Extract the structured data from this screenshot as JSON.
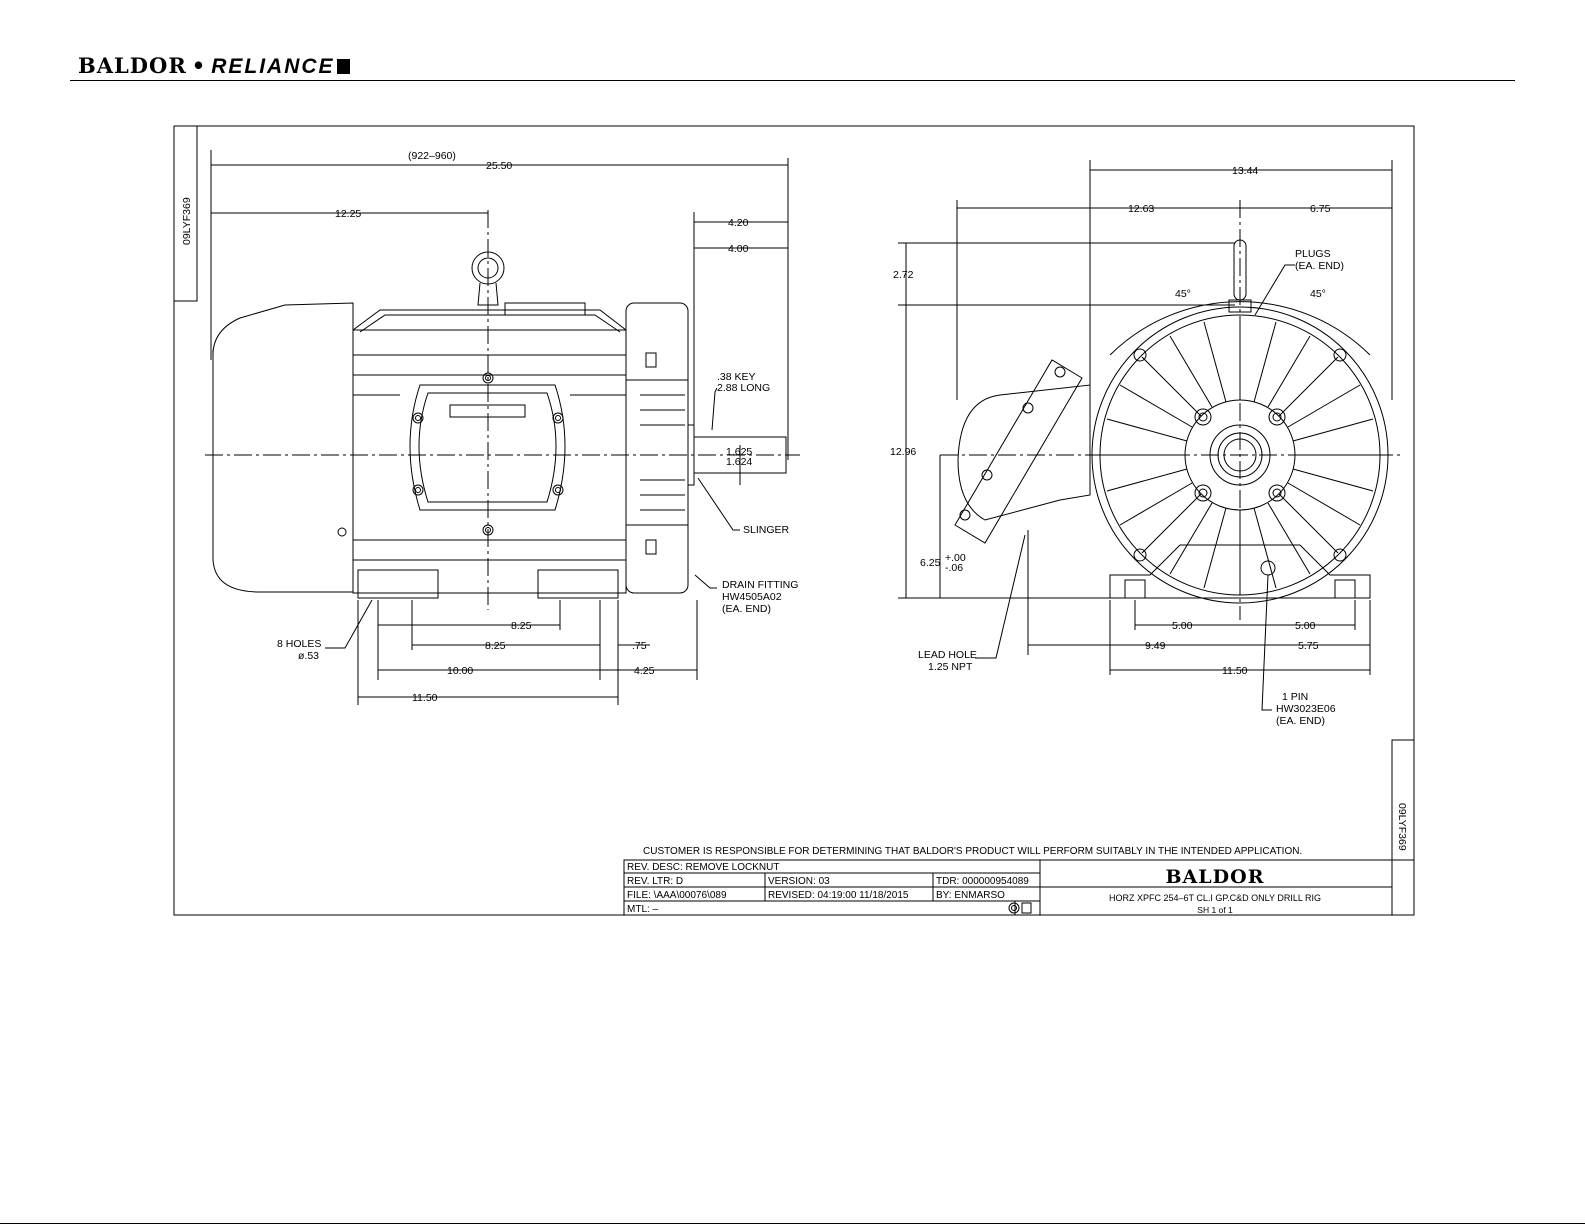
{
  "brand": {
    "left": "BALDOR",
    "separator": "•",
    "right": "RELIANCE"
  },
  "drawing_id": "09LYF369",
  "side_view": {
    "dims": {
      "overall_mm": "(922–960)",
      "overall": "25.50",
      "to_lifting_eye": "12.25",
      "shaft_ext_1": "4.20",
      "shaft_ext_2": "4.00",
      "foot_span_a": "8.25",
      "foot_span_b": "8.25",
      "foot_to_end": ".75",
      "base_width_a": "10.00",
      "end_dim": "4.25",
      "base_width_b": "11.50"
    },
    "notes": {
      "key_1": ".38 KEY",
      "key_2": "2.88 LONG",
      "shaft_dia_1": "1.625",
      "shaft_dia_2": "1.624",
      "slinger": "SLINGER",
      "drain_1": "DRAIN FITTING",
      "drain_2": "HW4505A02",
      "drain_3": "(EA. END)",
      "holes_1": "8 HOLES",
      "holes_2": "ø.53"
    }
  },
  "end_view": {
    "dims": {
      "overall_width": "13.44",
      "to_center_left": "12.63",
      "to_center_right": "6.75",
      "eye_height": "2.72",
      "overall_height": "12.96",
      "shaft_height": "6.25",
      "shaft_tol_plus": "+.00",
      "shaft_tol_minus": "-.06",
      "angle_left": "45°",
      "angle_right": "45°",
      "foot_left": "5.00",
      "foot_right": "5.00",
      "lead_to_center": "9.49",
      "center_to_edge": "5.75",
      "base_width": "11.50"
    },
    "notes": {
      "plugs_1": "PLUGS",
      "plugs_2": "(EA. END)",
      "lead_1": "LEAD HOLE",
      "lead_2": "1.25 NPT",
      "pin_1": "1 PIN",
      "pin_2": "HW3023E06",
      "pin_3": "(EA. END)"
    }
  },
  "disclaimer": "CUSTOMER IS RESPONSIBLE FOR DETERMINING THAT BALDOR'S PRODUCT WILL PERFORM SUITABLY IN THE INTENDED APPLICATION.",
  "title_block": {
    "rev_desc": "REV. DESC:  REMOVE LOCKNUT",
    "rev_ltr": "REV. LTR:  D",
    "version": "VERSION: 03",
    "tdr": "TDR: 000000954089",
    "file": "FILE: \\AAA\\00076\\089",
    "revised": "REVISED: 04:19:00 11/18/2015",
    "by": "BY:  ENMARSO",
    "mtl": "MTL: –",
    "company": "BALDOR",
    "description": "HORZ XPFC 254–6T CL.I GP.C&D ONLY DRILL RIG",
    "sheet": "SH 1 of 1"
  }
}
